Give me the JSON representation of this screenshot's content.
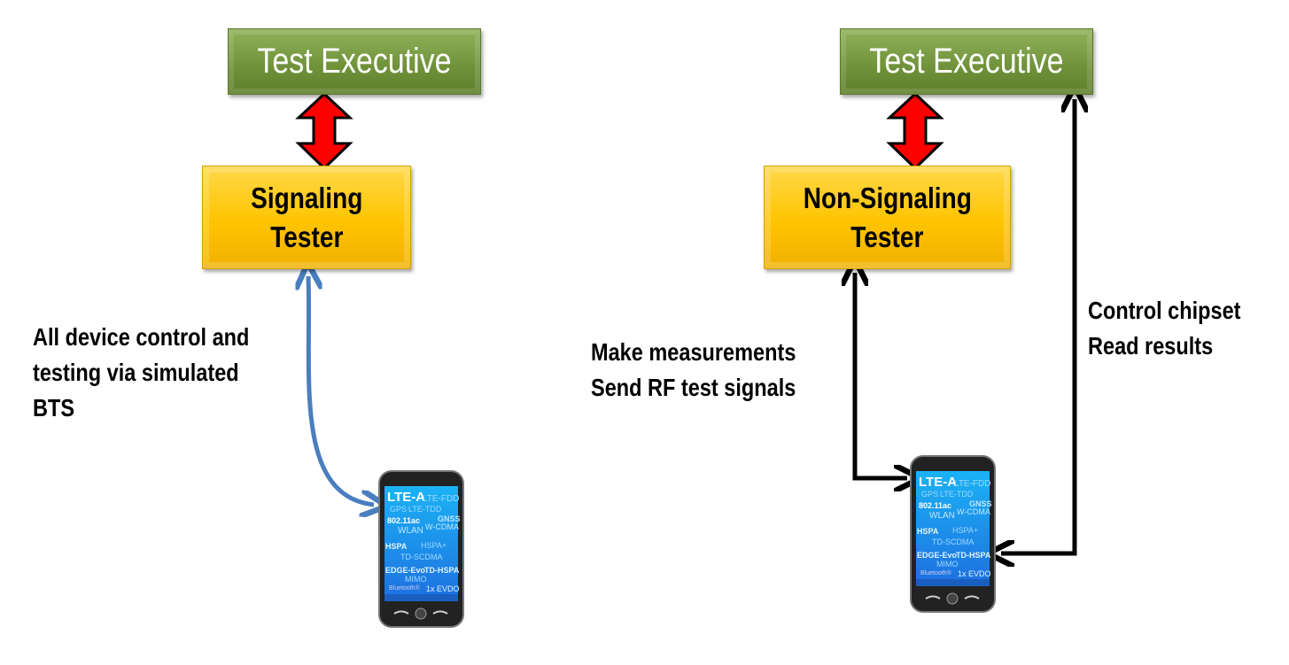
{
  "left": {
    "executive": "Test Executive",
    "tester_line1": "Signaling",
    "tester_line2": "Tester",
    "description": [
      "All device control and",
      "testing via simulated",
      "BTS"
    ]
  },
  "right": {
    "executive": "Test Executive",
    "tester_line1": "Non-Signaling",
    "tester_line2": "Tester",
    "measure_labels": [
      "Make measurements",
      "Send RF test signals"
    ],
    "control_labels": [
      "Control chipset",
      "Read results"
    ]
  },
  "phone_screen": [
    "LTE-A",
    "LTE-FDD",
    "GPS",
    "LTE-TDD",
    "802.11ac",
    "GNSS",
    "WLAN",
    "W-CDMA",
    "HSPA",
    "HSPA+",
    "TD-SCDMA",
    "EDGE-Evo",
    "TD-HSPA",
    "MIMO",
    "Bluetooth®",
    "1x EVDO"
  ],
  "colors": {
    "executive": "#6f9139",
    "tester": "#ffc400",
    "arrow_red": "#ff0000",
    "arrow_blue": "#4a7ebf",
    "arrow_black": "#000000"
  }
}
